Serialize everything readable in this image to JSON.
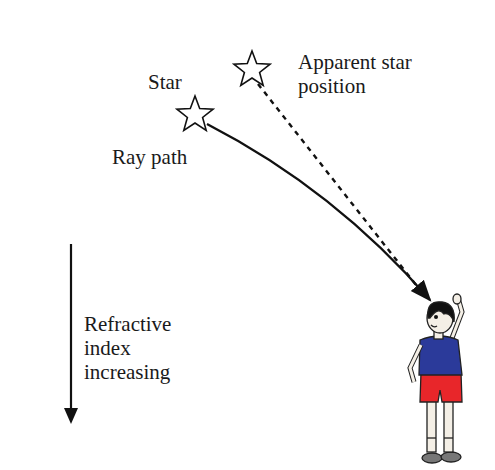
{
  "diagram": {
    "labels": [
      "Star",
      "Apparent star position",
      "Ray path",
      "Refractive index increasing"
    ]
  }
}
